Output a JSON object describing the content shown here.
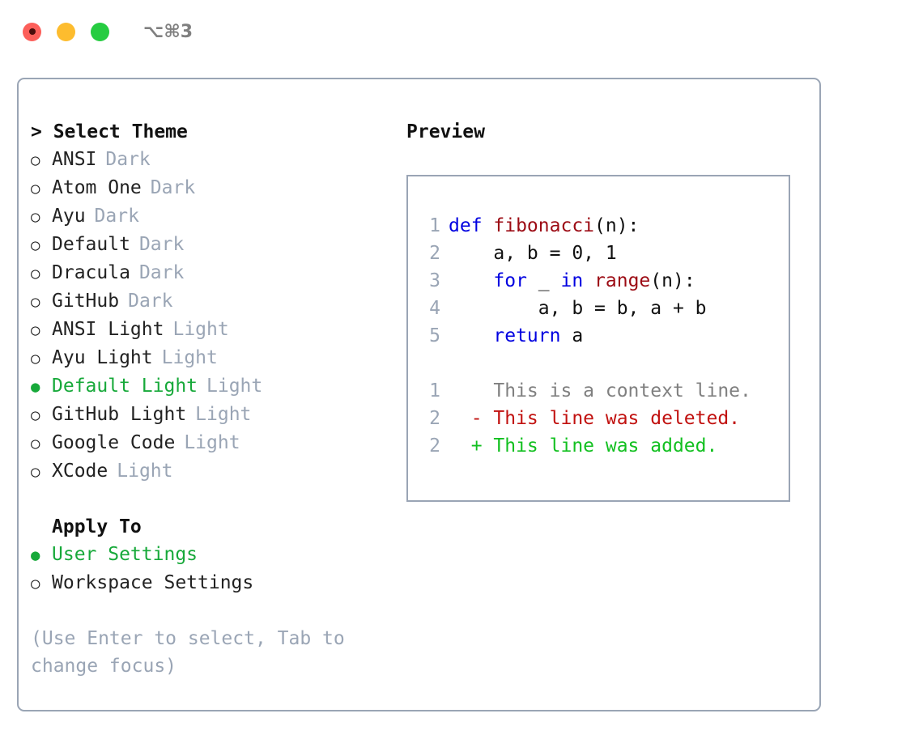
{
  "window": {
    "title": "⌥⌘3",
    "traffic_lights": [
      {
        "name": "close",
        "color": "#fc5f5a"
      },
      {
        "name": "minimize",
        "color": "#fdbc2e"
      },
      {
        "name": "maximize",
        "color": "#26cc41"
      }
    ],
    "border_color": "#9aa5b5"
  },
  "theme_picker": {
    "heading": "> Select Theme",
    "bullet_selected": "●",
    "bullet_unselected": "○",
    "selected_color": "#17a93a",
    "tag_color": "#9aa5b5",
    "items": [
      {
        "name": "ANSI",
        "tag": "Dark",
        "selected": false
      },
      {
        "name": "Atom One",
        "tag": "Dark",
        "selected": false
      },
      {
        "name": "Ayu",
        "tag": "Dark",
        "selected": false
      },
      {
        "name": "Default",
        "tag": "Dark",
        "selected": false
      },
      {
        "name": "Dracula",
        "tag": "Dark",
        "selected": false
      },
      {
        "name": "GitHub",
        "tag": "Dark",
        "selected": false
      },
      {
        "name": "ANSI Light",
        "tag": "Light",
        "selected": false
      },
      {
        "name": "Ayu Light",
        "tag": "Light",
        "selected": false
      },
      {
        "name": "Default Light",
        "tag": "Light",
        "selected": true
      },
      {
        "name": "GitHub Light",
        "tag": "Light",
        "selected": false
      },
      {
        "name": "Google Code",
        "tag": "Light",
        "selected": false
      },
      {
        "name": "XCode",
        "tag": "Light",
        "selected": false
      }
    ]
  },
  "apply_to": {
    "heading": "Apply To",
    "items": [
      {
        "name": "User Settings",
        "selected": true
      },
      {
        "name": "Workspace Settings",
        "selected": false
      }
    ]
  },
  "hint": "(Use Enter to select, Tab to change focus)",
  "preview": {
    "title": "Preview",
    "border_color": "#9aa5b5",
    "code_lines": [
      {
        "no": "1",
        "tokens": [
          {
            "t": "def ",
            "c": "kw"
          },
          {
            "t": "fibonacci",
            "c": "fn"
          },
          {
            "t": "(n):",
            "c": "pl"
          }
        ]
      },
      {
        "no": "2",
        "tokens": [
          {
            "t": "    a, b = 0, 1",
            "c": "pl"
          }
        ]
      },
      {
        "no": "3",
        "tokens": [
          {
            "t": "    ",
            "c": "pl"
          },
          {
            "t": "for",
            "c": "kw"
          },
          {
            "t": " _ ",
            "c": "pl"
          },
          {
            "t": "in",
            "c": "kw"
          },
          {
            "t": " ",
            "c": "pl"
          },
          {
            "t": "range",
            "c": "fn"
          },
          {
            "t": "(n):",
            "c": "pl"
          }
        ]
      },
      {
        "no": "4",
        "tokens": [
          {
            "t": "        a, b = b, a + b",
            "c": "pl"
          }
        ]
      },
      {
        "no": "5",
        "tokens": [
          {
            "t": "    ",
            "c": "pl"
          },
          {
            "t": "return",
            "c": "kw"
          },
          {
            "t": " a",
            "c": "pl"
          }
        ]
      }
    ],
    "diff_lines": [
      {
        "no": "1",
        "marker": " ",
        "text": "This is a context line.",
        "kind": "d-ctx"
      },
      {
        "no": "2",
        "marker": "-",
        "text": "This line was deleted.",
        "kind": "d-del"
      },
      {
        "no": "2",
        "marker": "+",
        "text": "This line was added.",
        "kind": "d-add"
      }
    ]
  }
}
